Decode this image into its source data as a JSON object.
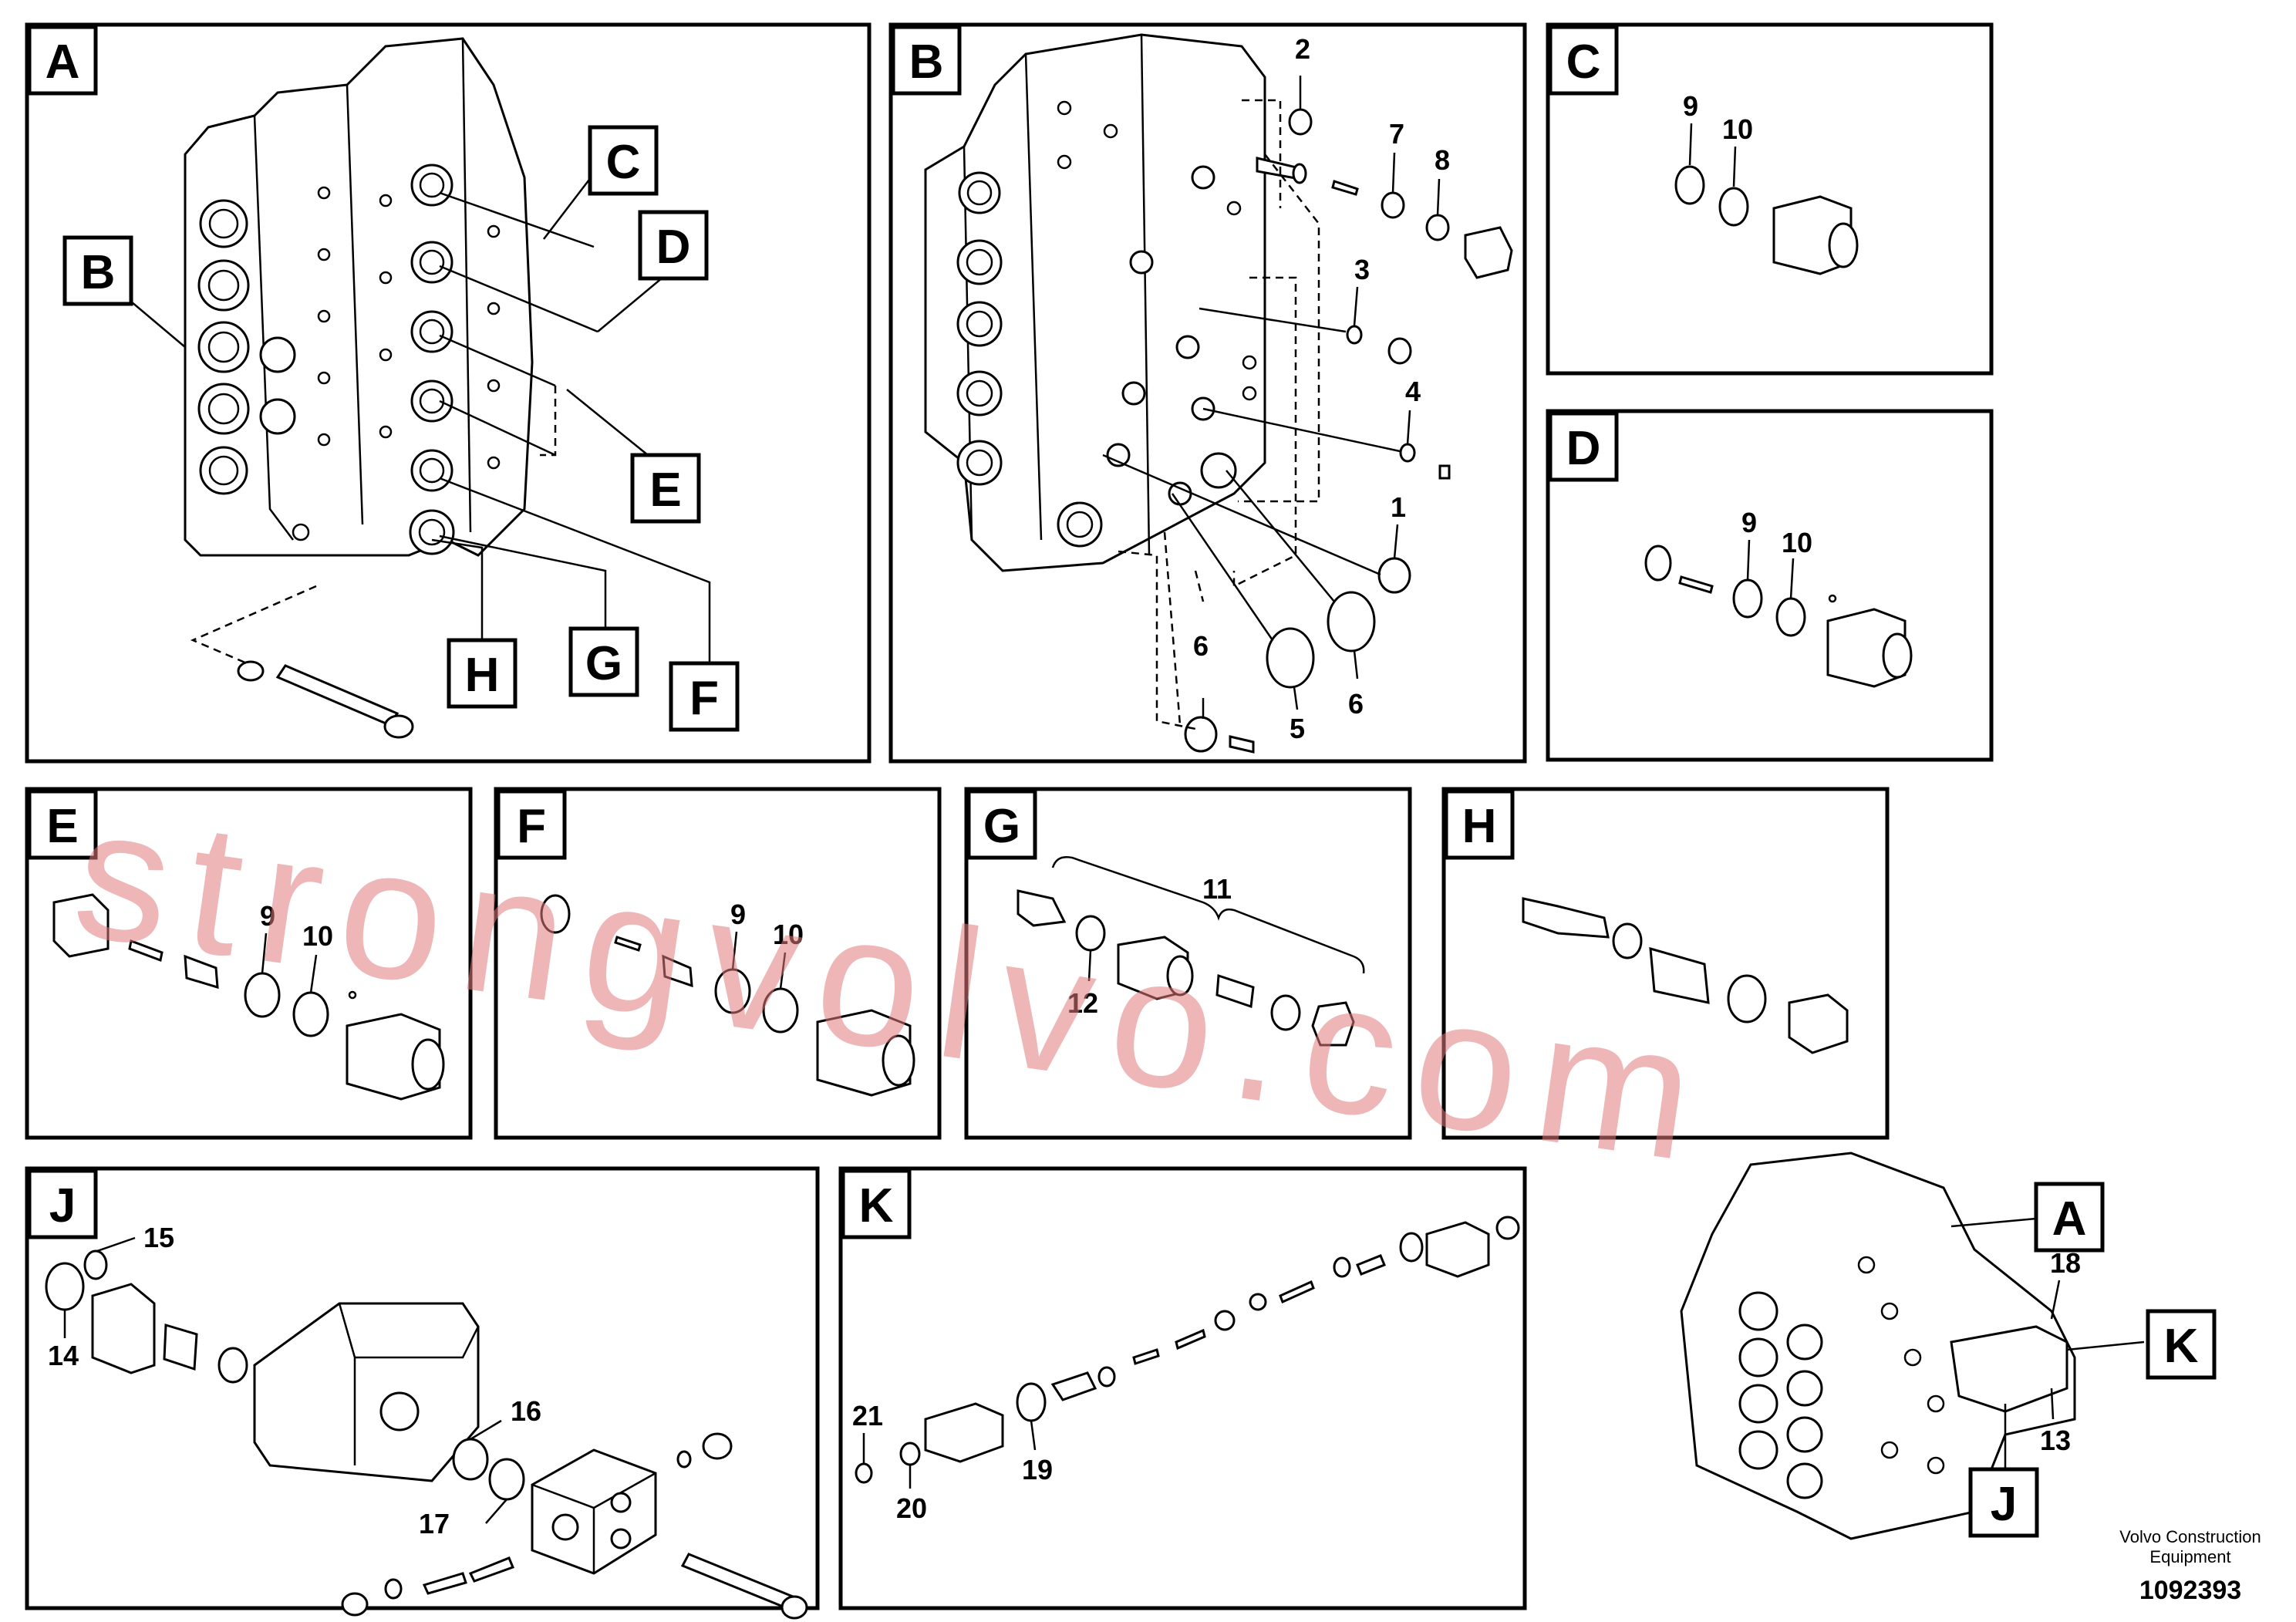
{
  "panels": {
    "A": {
      "tag": "A",
      "callouts": [
        "B",
        "C",
        "D",
        "E",
        "F",
        "G",
        "H"
      ]
    },
    "B": {
      "tag": "B",
      "numbers": [
        "2",
        "7",
        "8",
        "3",
        "4",
        "1",
        "6",
        "5",
        "6",
        "6"
      ]
    },
    "C": {
      "tag": "C",
      "numbers": [
        "9",
        "10"
      ]
    },
    "D": {
      "tag": "D",
      "numbers": [
        "9",
        "10"
      ]
    },
    "E": {
      "tag": "E",
      "numbers": [
        "9",
        "10"
      ]
    },
    "F": {
      "tag": "F",
      "numbers": [
        "9",
        "10"
      ]
    },
    "G": {
      "tag": "G",
      "numbers": [
        "11",
        "12"
      ]
    },
    "H": {
      "tag": "H"
    },
    "J": {
      "tag": "J",
      "numbers": [
        "15",
        "14",
        "16",
        "17"
      ]
    },
    "K": {
      "tag": "K",
      "numbers": [
        "21",
        "20",
        "19"
      ]
    }
  },
  "overview": {
    "callouts": [
      "A",
      "K",
      "J"
    ],
    "numbers": [
      "18",
      "13"
    ]
  },
  "footer": {
    "company_line1": "Volvo Construction",
    "company_line2": "Equipment",
    "drawing_number": "1092393"
  },
  "watermark": "strongvolvo.com"
}
